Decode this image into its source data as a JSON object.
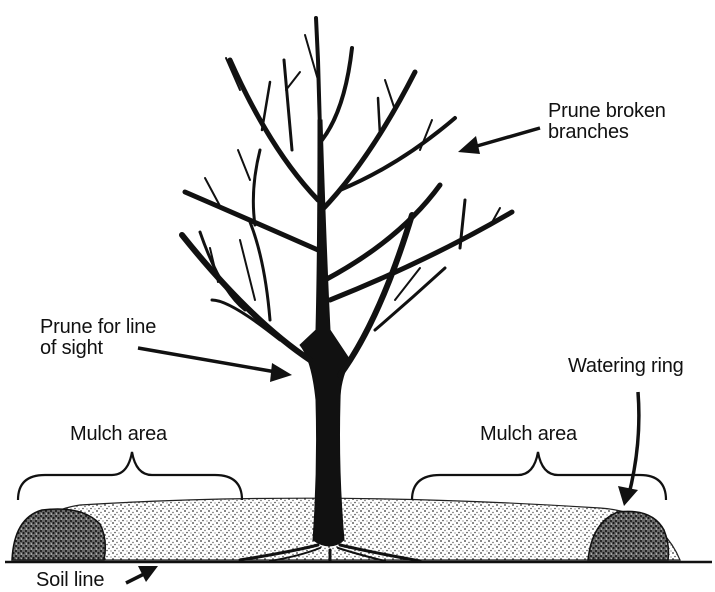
{
  "labels": {
    "prune_broken": [
      "Prune broken",
      "branches"
    ],
    "prune_sight": [
      "Prune for line",
      "of sight"
    ],
    "watering_ring": "Watering ring",
    "mulch_left": "Mulch area",
    "mulch_right": "Mulch area",
    "soil_line": "Soil line"
  },
  "colors": {
    "ink": "#111111",
    "paper": "#ffffff"
  }
}
